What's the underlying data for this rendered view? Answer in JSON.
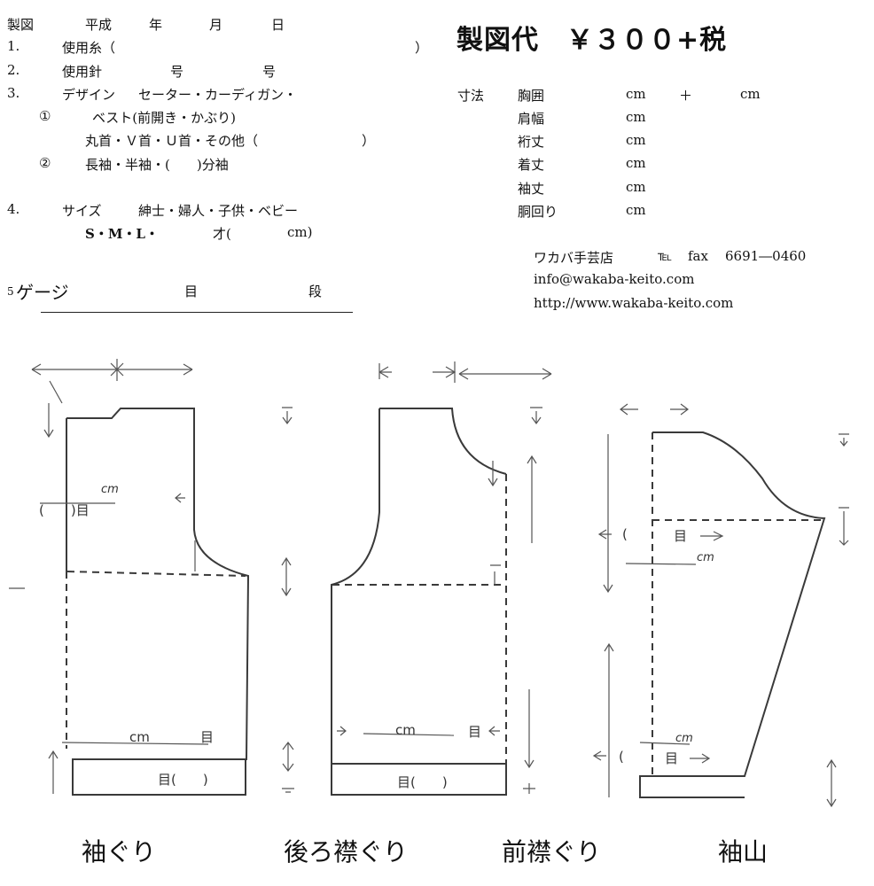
{
  "header": {
    "date_label": "製図",
    "era": "平成",
    "year": "年",
    "month": "月",
    "day": "日"
  },
  "items": {
    "n1": "1.",
    "yarn_label": "使用糸（",
    "yarn_close": "）",
    "n2": "2.",
    "needle_label": "使用針",
    "needle_unit1": "号",
    "needle_unit2": "号",
    "n3": "3.",
    "design_label": "デザイン",
    "design_options": "セーター・カーディガン・",
    "circle1": "①",
    "design_line2": "ベスト(前開き・かぶり)",
    "neck_options": "丸首・Ｖ首・Ｕ首・その他（",
    "neck_close": "）",
    "circle2": "②",
    "sleeve_options": "長袖・半袖・(　　)分袖",
    "n4": "4.",
    "size_label": "サイズ",
    "size_options": "紳士・婦人・子供・ベビー",
    "size_letters": "S・M・L・",
    "size_age": "才(",
    "size_cm": "cm)",
    "n5": "5",
    "gauge_label": "ゲージ",
    "gauge_stitch": "目",
    "gauge_row": "段"
  },
  "price": {
    "title": "製図代　￥３００+税"
  },
  "measurements": {
    "label": "寸法",
    "rows": [
      {
        "name": "胸囲",
        "unit": "cm",
        "plus": "＋",
        "unit2": "cm"
      },
      {
        "name": "肩幅",
        "unit": "cm"
      },
      {
        "name": "裄丈",
        "unit": "cm"
      },
      {
        "name": "着丈",
        "unit": "cm"
      },
      {
        "name": "袖丈",
        "unit": "cm"
      },
      {
        "name": "胴回り",
        "unit": "cm"
      }
    ]
  },
  "shop": {
    "name": "ワカバ手芸店",
    "tel": "℡",
    "fax_label": "fax",
    "phone": "6691―0460",
    "email": "info@wakaba-keito.com",
    "url": "http://www.wakaba-keito.com"
  },
  "handwritten": {
    "cm": "cm",
    "me": "目",
    "paren_me": "(　　)目",
    "me_paren": "目(　　)"
  },
  "labels": {
    "armhole": "袖ぐり",
    "back_neck": "後ろ襟ぐり",
    "front_neck": "前襟ぐり",
    "sleeve_cap": "袖山"
  }
}
